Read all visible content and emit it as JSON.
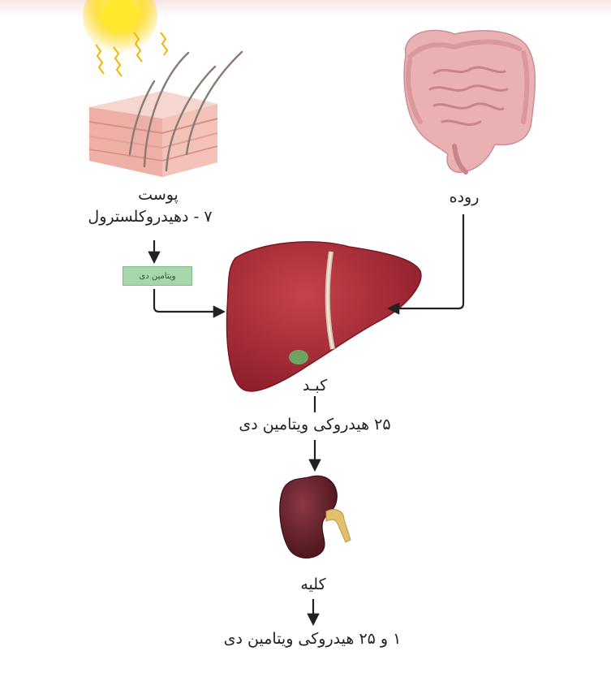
{
  "labels": {
    "skin": "پوست",
    "precursor": "۷ - دهیدروکلسترول",
    "vitamin_d_badge": "ویتامین دی",
    "intestine": "روده",
    "liver": "کبـد",
    "hydroxy25": "۲۵ هیدروکی ویتامین دی",
    "kidney": "کلیه",
    "dihydroxy": "۱ و ۲۵ هیدروکی ویتامین دی"
  },
  "colors": {
    "arrow": "#222222",
    "badge_fill": "#a6d6ab",
    "liver": "#a52a35",
    "kidney": "#6a2430",
    "intestine": "#e8a6a9",
    "skin": "#f2b9b0",
    "sun": "#ffd21a"
  }
}
